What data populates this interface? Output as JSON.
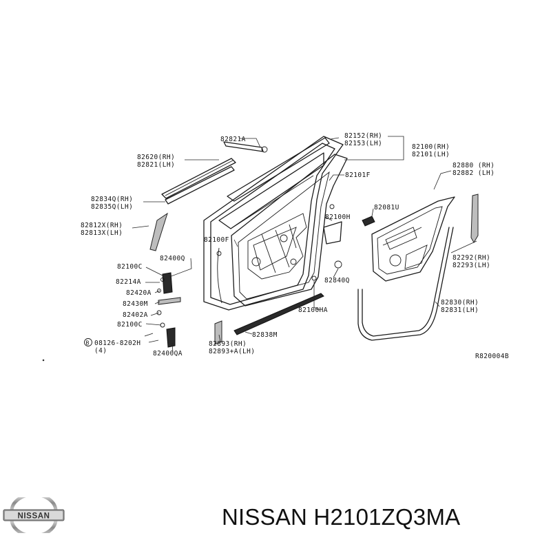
{
  "diagram": {
    "labels": {
      "p82821a": "82821A",
      "p82152": "82152(RH)",
      "p82153": "82153(LH)",
      "p82100": "82100(RH)",
      "p82101": "82101(LH)",
      "p82620": "82620(RH)",
      "p82821": "82821(LH)",
      "p82101f": "82101F",
      "p82880": "82880 (RH)",
      "p82882": "82882 (LH)",
      "p82834q": "82834Q(RH)",
      "p82835q": "82835Q(LH)",
      "p82081u": "82081U",
      "p82100h": "82100H",
      "p82812x": "82812X(RH)",
      "p82813x": "82813X(LH)",
      "p82100f": "82100F",
      "p82400q": "82400Q",
      "p82100c_1": "82100C",
      "p82214a": "82214A",
      "p82420a": "82420A",
      "p82430m": "82430M",
      "p82402a": "82402A",
      "p82100c_2": "82100C",
      "p82840q": "82840Q",
      "p82292": "82292(RH)",
      "p82293": "82293(LH)",
      "p82100ha": "82100HA",
      "p82830": "82830(RH)",
      "p82831": "82831(LH)",
      "p82838m": "82838M",
      "p82893": "82893(RH)",
      "p82893a": "82893+A(LH)",
      "bolt_code": "08126-8202H",
      "bolt_qty": "(4)",
      "bolt_symbol": "B",
      "p82400qa": "82400QA",
      "ref_code": "R820004B"
    }
  },
  "footer": {
    "logo_text": "NISSAN",
    "part_number": "NISSAN H2101ZQ3MA"
  }
}
